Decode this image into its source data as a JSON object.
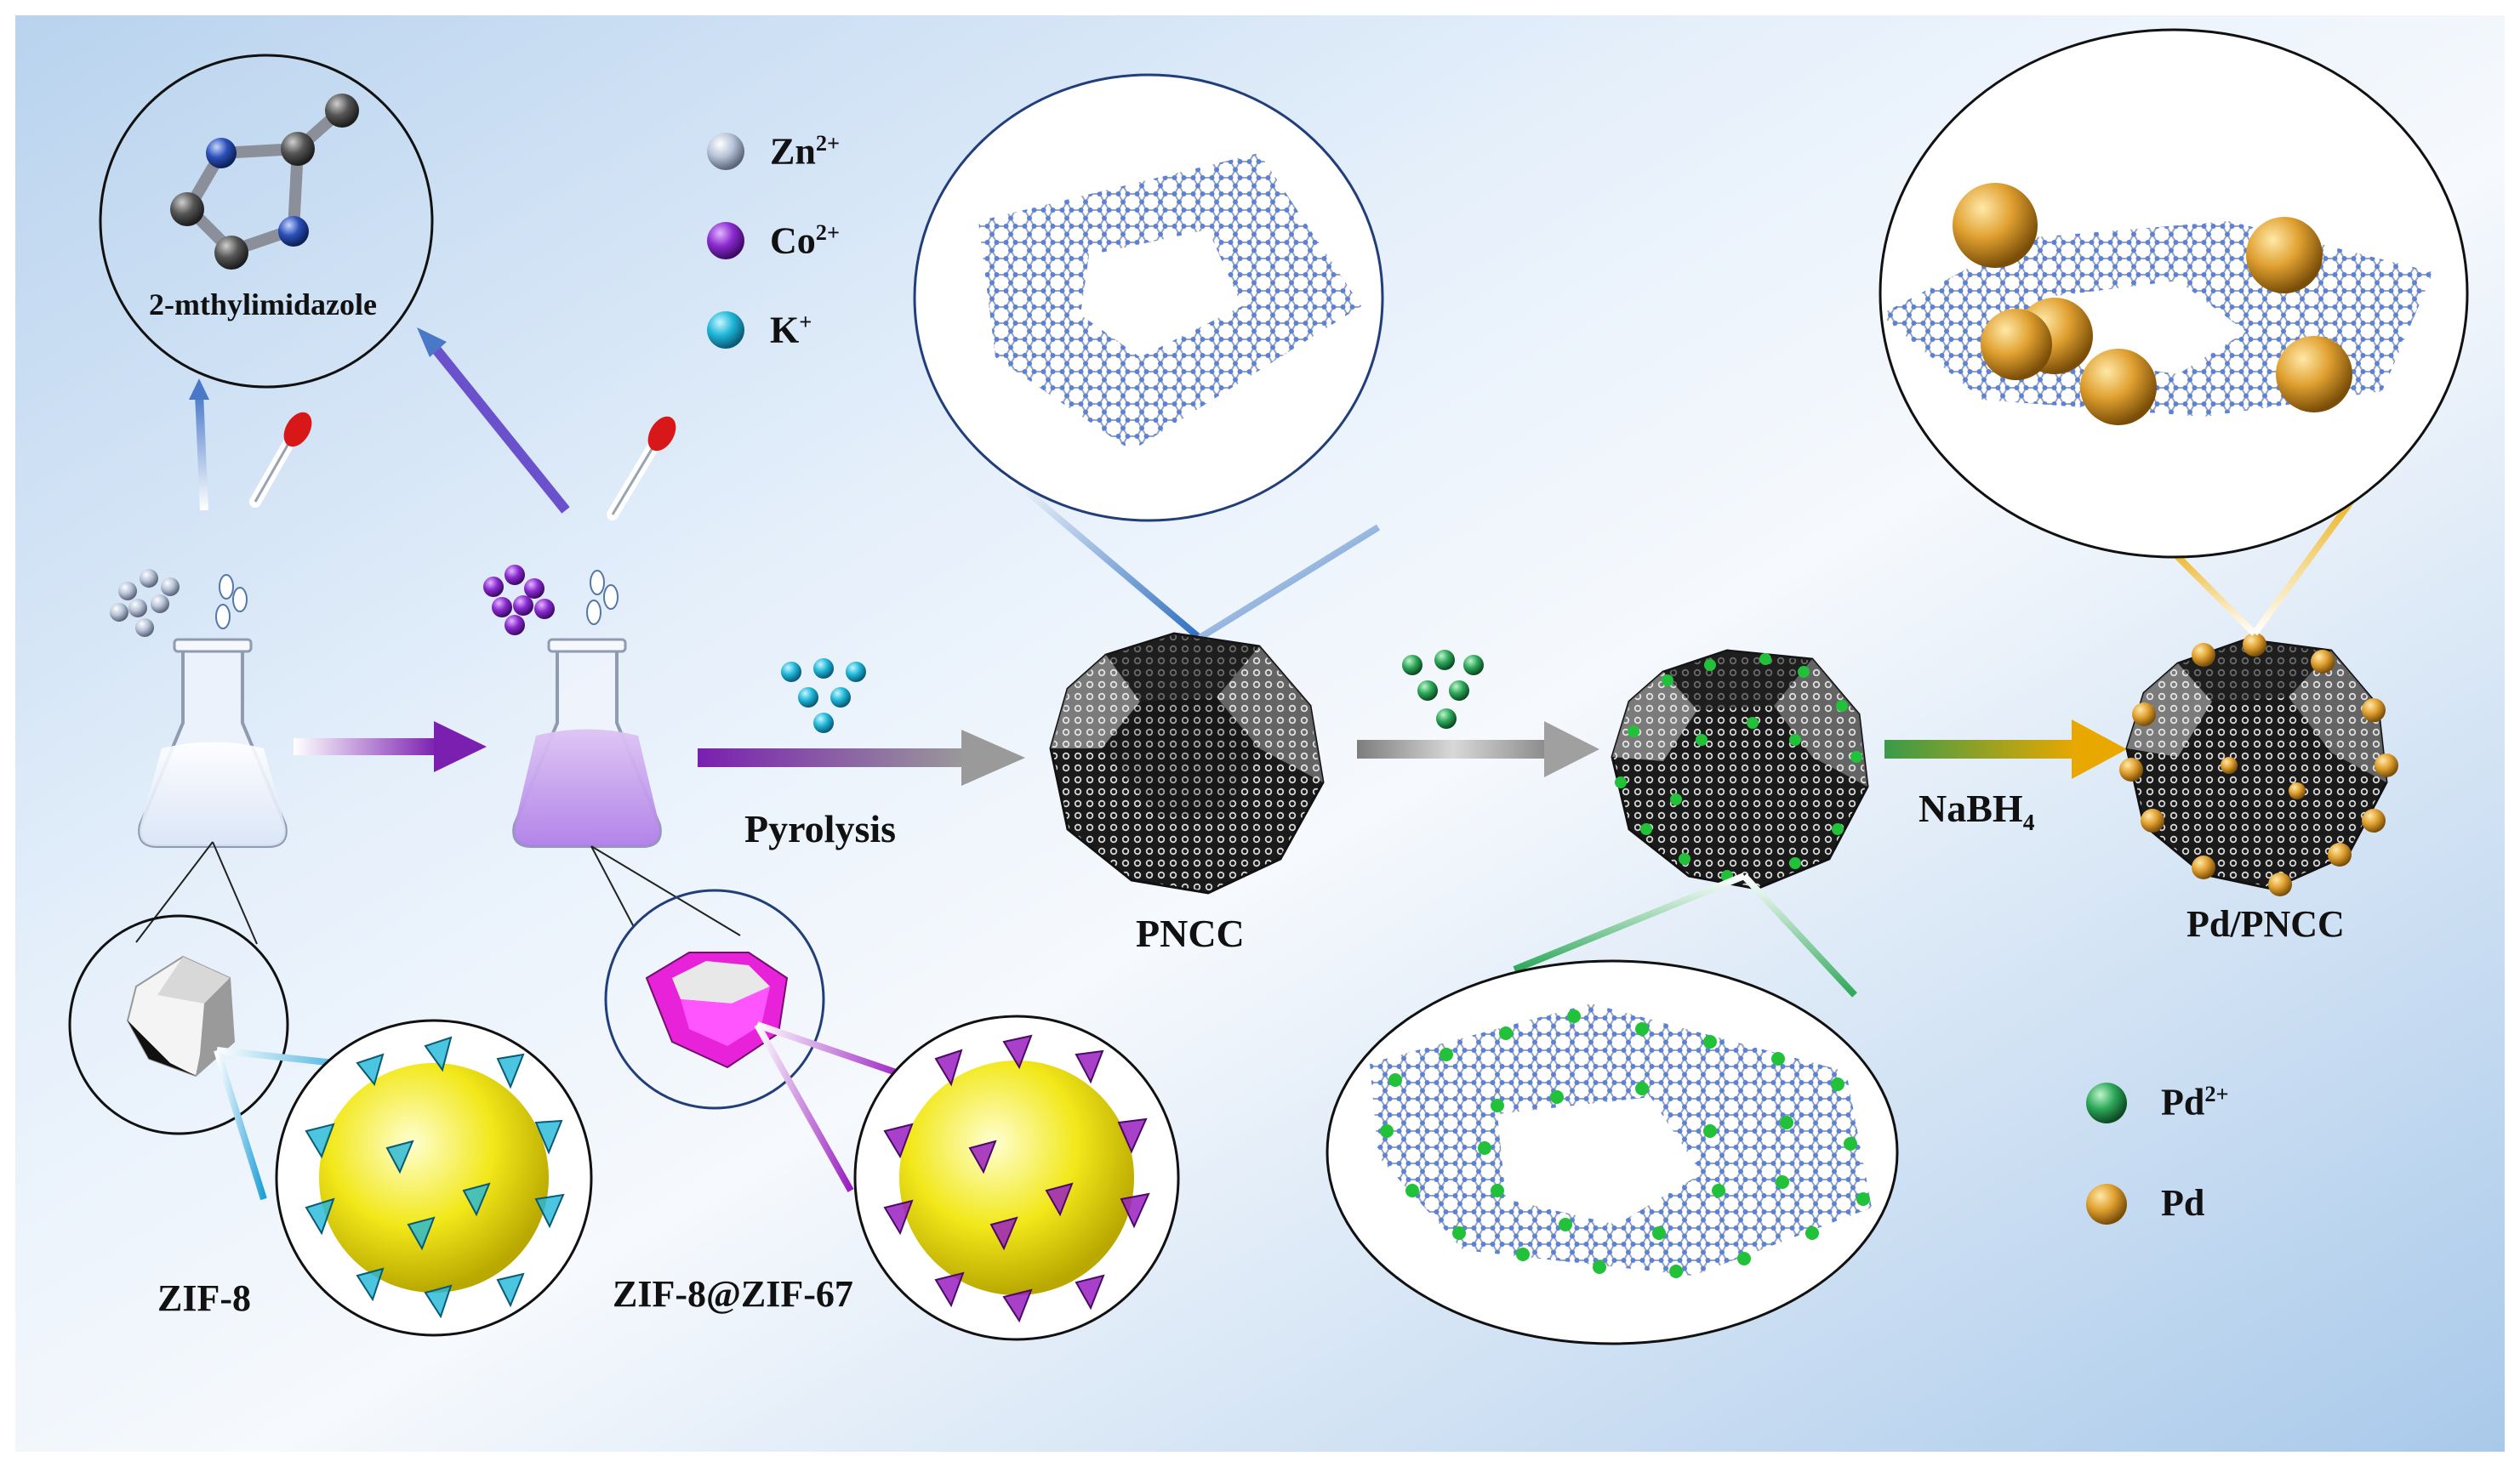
{
  "labels": {
    "mim": "2-mthylimidazole",
    "zif8": "ZIF-8",
    "zif8_zif67": "ZIF-8@ZIF-67",
    "pyrolysis": "Pyrolysis",
    "pncc": "PNCC",
    "nabh4_main": "NaBH",
    "nabh4_sub": "4",
    "pd_pncc": "Pd/PNCC"
  },
  "legend_top": [
    {
      "label": "Zn",
      "sup": "2+",
      "color": "#b8c4d8"
    },
    {
      "label": "Co",
      "sup": "2+",
      "color": "#8a2bd0"
    },
    {
      "label": "K",
      "sup": "+",
      "color": "#1fb6d9"
    }
  ],
  "legend_bottom": [
    {
      "label": "Pd",
      "sup": "2+",
      "color": "#2ea85a"
    },
    {
      "label": "Pd",
      "sup": "",
      "color": "#e0a030"
    }
  ],
  "colors": {
    "zn": "#b8c4d8",
    "co": "#8a2bd0",
    "k": "#1fb6d9",
    "pd2": "#22c13a",
    "pd": "#e8a020",
    "graphene": "#6b8fd6",
    "purple_arrow": "#7a1fb0",
    "gray_arrow": "#9a9a9a",
    "gold_arrow": "#e8a800",
    "green_arrow": "#3a9a4a"
  },
  "icons": [
    "flask-icon",
    "dropper-icon",
    "molecule-icon",
    "arrow-icon",
    "polyhedron-icon",
    "graphene-sheet-icon",
    "sphere-icon"
  ]
}
